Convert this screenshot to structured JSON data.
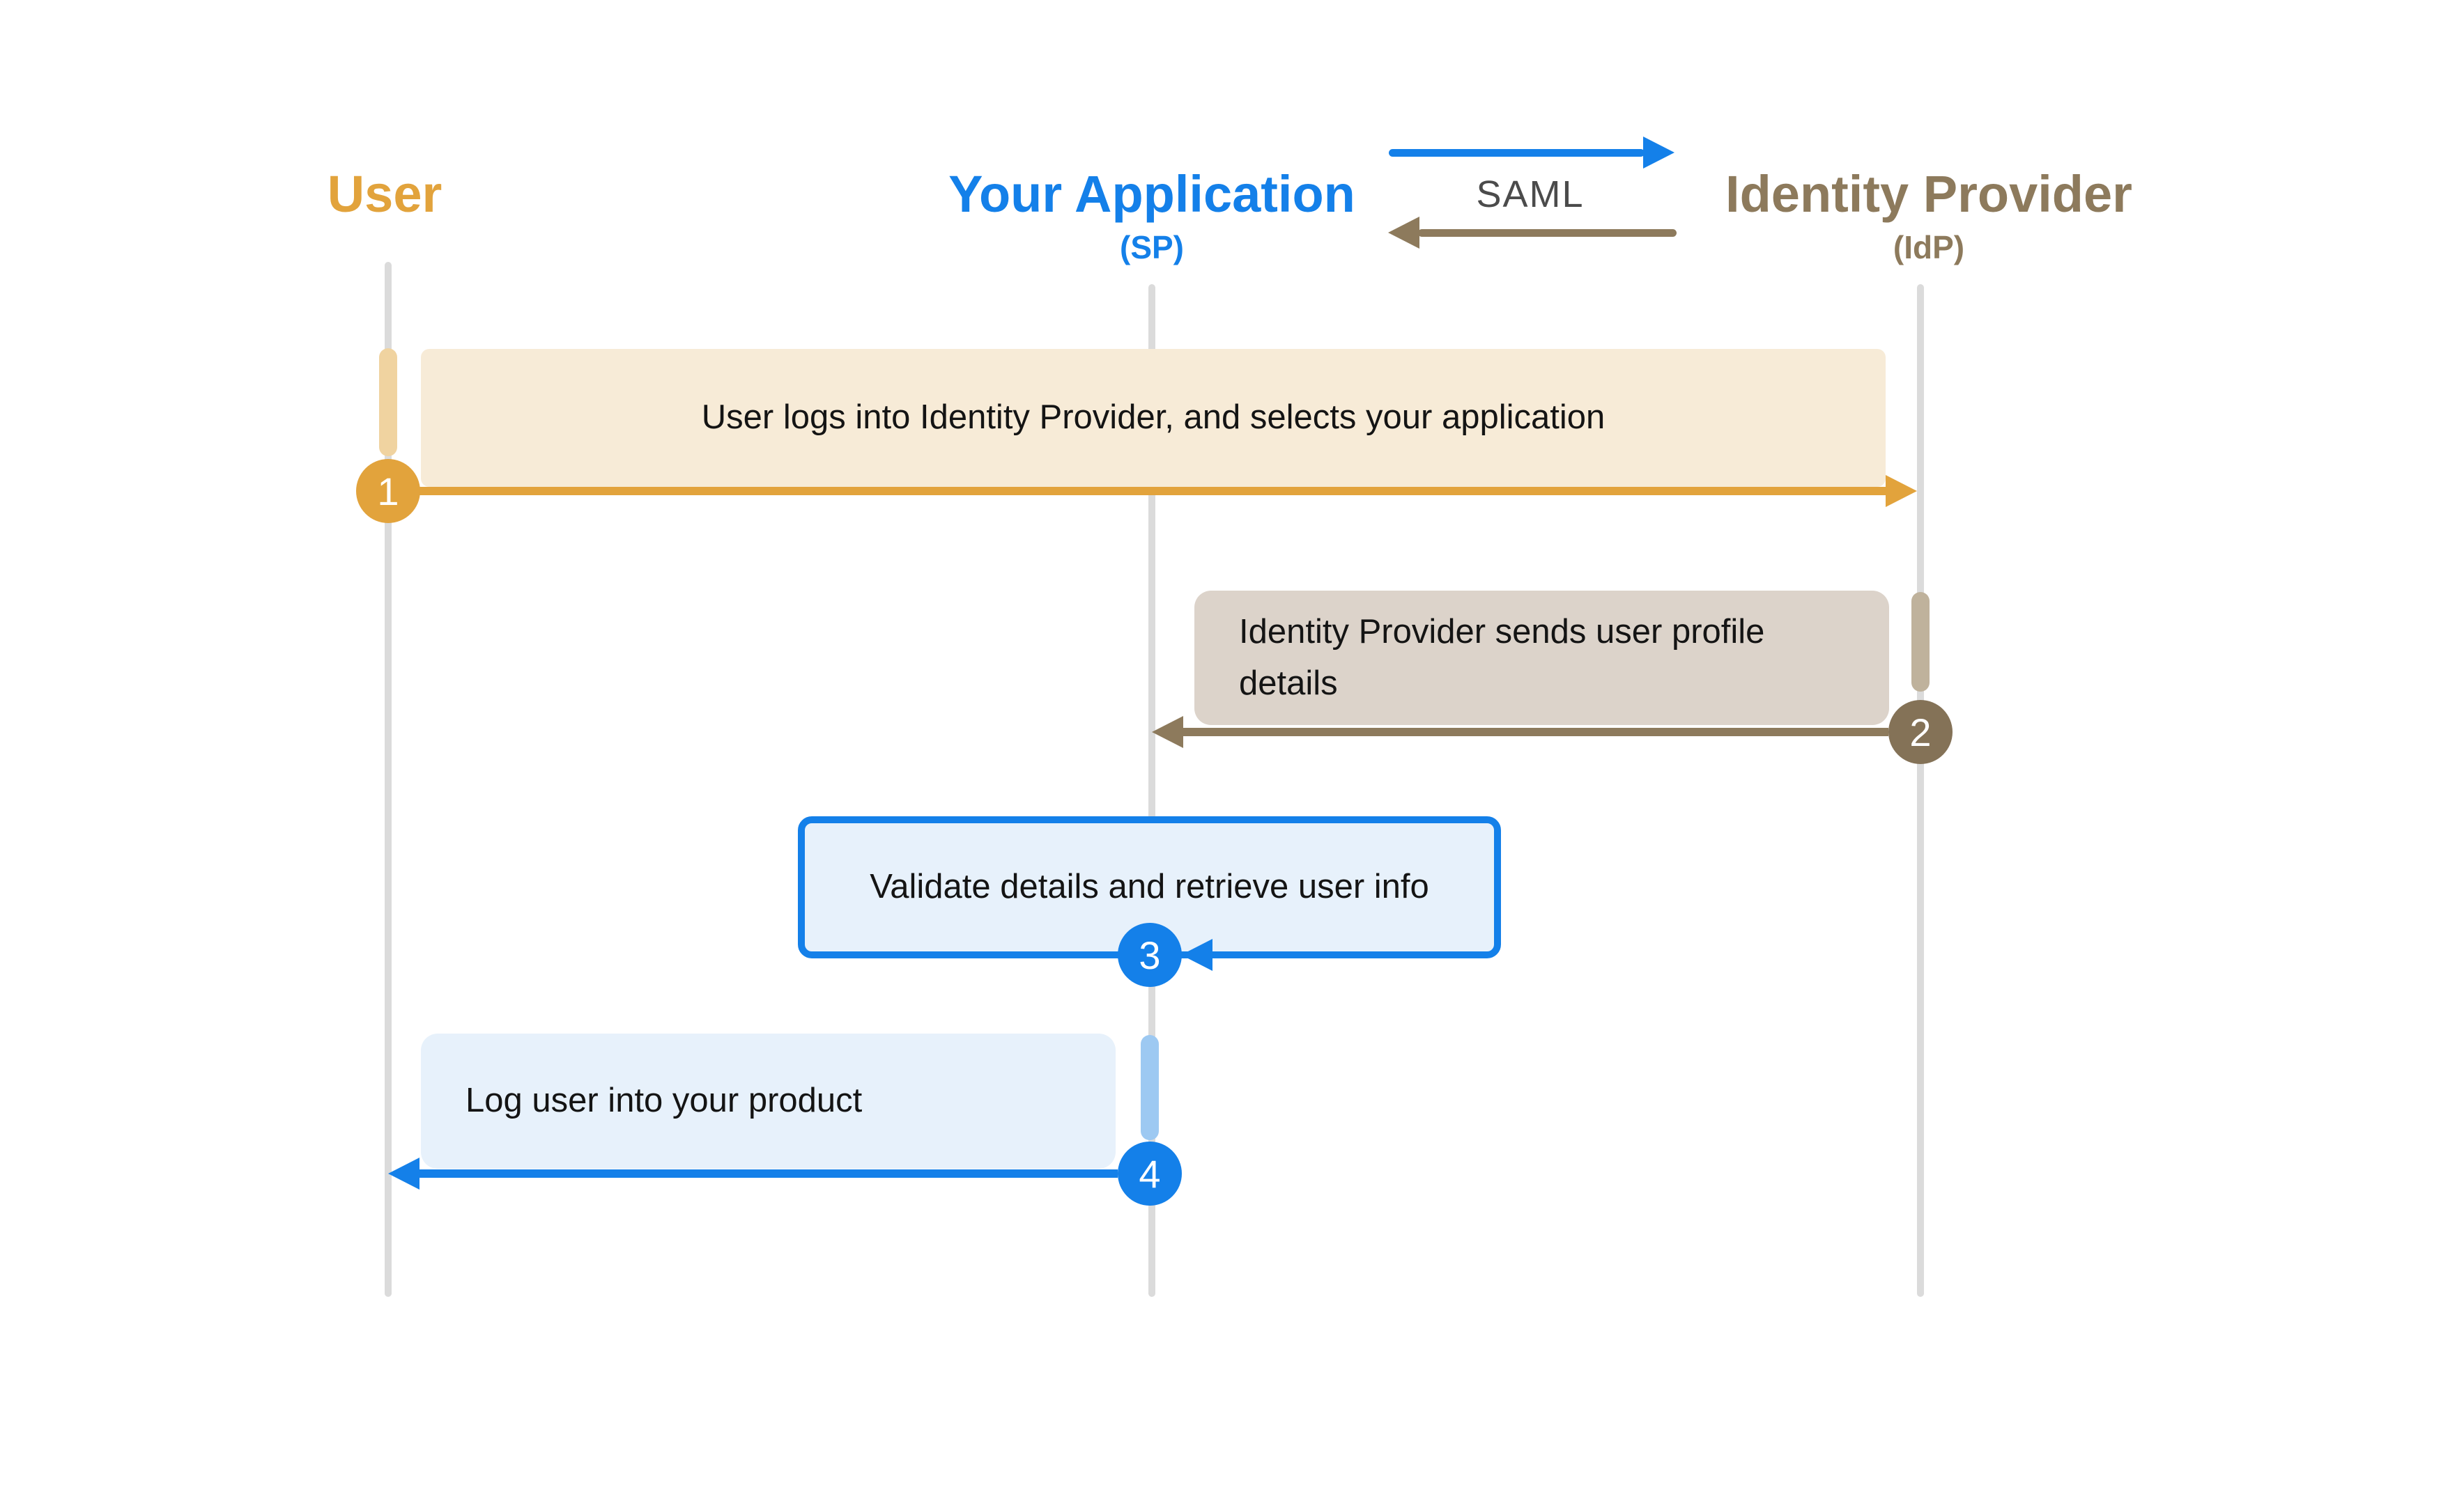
{
  "actors": [
    {
      "label": "User",
      "subtitle": "",
      "color": "#E2A33C"
    },
    {
      "label": "Your Application",
      "subtitle": "(SP)",
      "color": "#1480E9"
    },
    {
      "label": "Identity Provider",
      "subtitle": "(IdP)",
      "color": "#8D7A5C"
    }
  ],
  "legend": {
    "label": "SAML",
    "request_arrow_color": "#1480E9",
    "response_arrow_color": "#8D7A5C",
    "text_color": "#4B4B4B"
  },
  "steps": [
    {
      "number": "1",
      "text": "User logs into Identity Provider, and selects your application",
      "from": "User",
      "to": "Identity Provider",
      "accent_color": "#E2A33C",
      "box_fill": "#F7EBD7"
    },
    {
      "number": "2",
      "text": "Identity Provider sends user profile details",
      "from": "Identity Provider",
      "to": "Your Application",
      "accent_color": "#8D7A5C",
      "box_fill": "#DCD3CA"
    },
    {
      "number": "3",
      "text": "Validate details and retrieve user info",
      "from": "Your Application",
      "to": "Your Application",
      "accent_color": "#1480E9",
      "box_fill": "#E7F1FB"
    },
    {
      "number": "4",
      "text": "Log user into your product",
      "from": "Your Application",
      "to": "User",
      "accent_color": "#1480E9",
      "box_fill": "#E7F1FB"
    }
  ]
}
